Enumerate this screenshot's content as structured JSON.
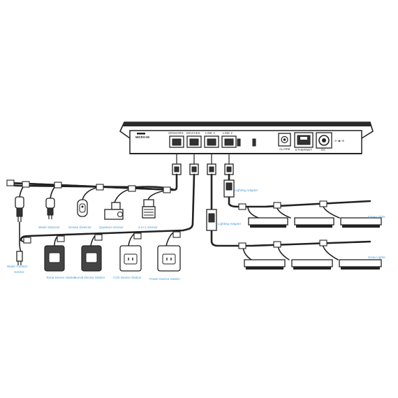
{
  "controller": {
    "model": "MICRO-50",
    "ports": {
      "sensors": "SENSORS",
      "devices": "DEVICES",
      "line1": "LINE 1",
      "line2": "LINE 2",
      "alarm": "ALARM",
      "ethernet": "ETHERNET",
      "dc": "DC"
    }
  },
  "sensors": {
    "water_detector": "Water Detector",
    "smoke_detector": "Smoke Detector",
    "quantum_sensor": "Quantum Sensor",
    "four_in_one_sensor": "4-in-1 Sensor",
    "water_contact_sensor_line1": "Water Contact",
    "water_contact_sensor_line2": "Sensor"
  },
  "devices": {
    "temp": "Temp Device Station",
    "humid": "Humid Device Station",
    "co2": "CO2 Device Station",
    "power": "Power Device Station"
  },
  "lighting": {
    "adapter_1": "Lighting Adapter",
    "adapter_2": "Lighting Adapter",
    "grow_lights_1": "Grow Lights",
    "grow_lights_2": "Grow Lights"
  }
}
